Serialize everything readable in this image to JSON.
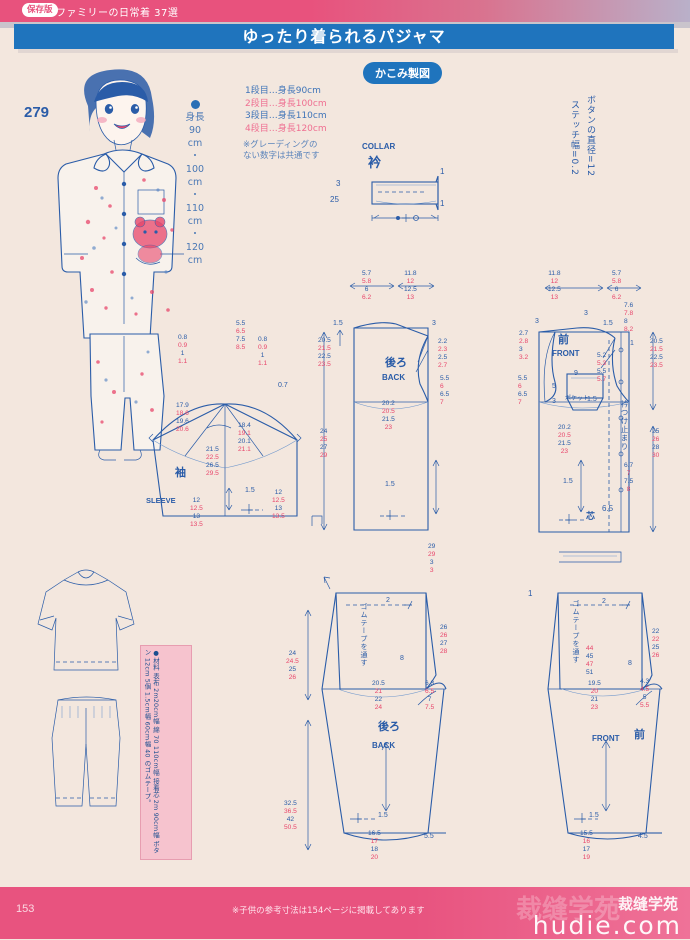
{
  "banner": {
    "keep_badge": "保存版",
    "series_text": "ファミリーの日常着 37選"
  },
  "title": "ゆったり着られるパジャマ",
  "badge_kakomi": "かこみ製図",
  "pattern_number": "279",
  "size_column": {
    "label": "身長",
    "sizes": [
      "90",
      "cm",
      "・",
      "100",
      "cm",
      "・",
      "110",
      "cm",
      "・",
      "120",
      "cm"
    ]
  },
  "grading_legend": [
    "1段目…身長90cm",
    "2段目…身長100cm",
    "3段目…身長110cm",
    "4段目…身長120cm"
  ],
  "grading_note": "※グレーディングの\nない数字は共通です",
  "collar": {
    "title_en": "COLLAR",
    "title_jp": "衿",
    "height": "3",
    "length": "25",
    "corner_top": "1",
    "corner_bottom": "1"
  },
  "side_vertical_notes": [
    "ボタンの直径=12",
    "ステッチ幅=0.2"
  ],
  "sleeve": {
    "label_jp": "袖",
    "label_en": "SLEEVE",
    "cap_top": [
      "5.5",
      "6.5",
      "7.5",
      "8.5"
    ],
    "left_top": [
      "0.8",
      "0.9",
      "1",
      "1.1"
    ],
    "right_top": [
      "0.8",
      "0.9",
      "1",
      "1.1"
    ],
    "right_small": "0.7",
    "left_diag": [
      "17.9",
      "18.6",
      "19.6",
      "20.6"
    ],
    "right_diag": [
      "18.4",
      "19.1",
      "20.1",
      "21.1"
    ],
    "height": [
      "21.5",
      "22.5",
      "26.5",
      "29.5"
    ],
    "hem_mark": "1.5",
    "bottom_left": [
      "12",
      "12.5",
      "13",
      "13.5"
    ],
    "bottom_right": [
      "12",
      "12.5",
      "13",
      "13.5"
    ]
  },
  "back_bodice": {
    "label_jp": "後ろ",
    "label_en": "BACK",
    "top_left_dim": [
      "5.7",
      "5.8",
      "6",
      "6.2"
    ],
    "top_right_dim": [
      "11.8",
      "12",
      "12.5",
      "13"
    ],
    "shoulder_drop": "1.5",
    "neck_depth": "3",
    "armhole_marks": [
      "2.2",
      "2.3",
      "2.5",
      "2.7"
    ],
    "armhole_lower": [
      "5.5",
      "6",
      "6.5",
      "7"
    ],
    "upper_height": [
      "20.5",
      "21.5",
      "22.5",
      "23.5"
    ],
    "lower_height": [
      "24",
      "25",
      "27",
      "29"
    ],
    "chest_width": [
      "20.2",
      "20.5",
      "21.5",
      "23"
    ],
    "hem_mark": "1.5"
  },
  "front_bodice": {
    "label_jp": "前",
    "label_en": "FRONT",
    "top_left_dim": [
      "11.8",
      "12",
      "12.5",
      "13"
    ],
    "top_right_dim": [
      "5.7",
      "5.8",
      "6",
      "6.2"
    ],
    "neck_left": "3",
    "neck_top": "3",
    "shoulder_mark": "1.5",
    "collar_stop_label": "衿つけ止まり",
    "front_edge": [
      "7.6",
      "7.8",
      "8",
      "8.2"
    ],
    "button_mark": "1",
    "placket_nums": [
      "2.7",
      "2.8",
      "3",
      "3.2"
    ],
    "armhole_lower": [
      "5.5",
      "6",
      "6.5",
      "7"
    ],
    "pocket_width": "9",
    "pocket_depth_left": [
      "5",
      "3"
    ],
    "pocket_note": "ポケット",
    "pocket_num": "1.5",
    "bodice_nums": [
      "5.2",
      "5.3",
      "5.5",
      "5.7"
    ],
    "chest_width": [
      "20.2",
      "20.5",
      "21.5",
      "23"
    ],
    "upper_height": [
      "20.5",
      "21.5",
      "22.5",
      "23.5"
    ],
    "lower_height": [
      "25",
      "26",
      "28",
      "30"
    ],
    "hem_side": [
      "6.7",
      "7",
      "7.5",
      "8"
    ],
    "hem_mark": "1.5",
    "hem_bottom": "6.5",
    "interfacing_label": "芯"
  },
  "pants_back": {
    "label_jp": "後ろ",
    "label_en": "BACK",
    "waist_top": [
      "29",
      "29",
      "3",
      "3"
    ],
    "elastic_note": "ゴムテープを通す",
    "elastic_mark": "2",
    "rise": [
      "26",
      "26",
      "27",
      "28"
    ],
    "crotch_curve": "8",
    "hip_width": [
      "20.5",
      "21",
      "22",
      "24"
    ],
    "crotch_ext": [
      "6.3",
      "6.5",
      "7",
      "7.5"
    ],
    "hem_mark": "1.5",
    "hem_width": [
      "16.5",
      "17",
      "18",
      "20"
    ],
    "hem_side": "5.5",
    "length_nums": [
      "24",
      "24.5",
      "25",
      "26"
    ],
    "inseam_nums": [
      "32.5",
      "36.5",
      "42",
      "50.5"
    ]
  },
  "pants_front": {
    "label_jp": "前",
    "label_en": "FRONT",
    "waist_corner": "1",
    "elastic_note": "ゴムテープを通す",
    "elastic_mark": "2",
    "rise": [
      "22",
      "22",
      "25",
      "26"
    ],
    "rise_red": [
      "44",
      "45",
      "47",
      "51"
    ],
    "crotch_curve": "8",
    "hip_width": [
      "19.5",
      "20",
      "21",
      "23"
    ],
    "crotch_ext": [
      "4.3",
      "4.5",
      "5",
      "5.5"
    ],
    "hem_mark": "1.5",
    "hem_width": [
      "15.5",
      "16",
      "17",
      "19"
    ],
    "hem_side": "4.5"
  },
  "materials": {
    "title": "●材料",
    "lines": [
      "表布 2m20cm幅",
      "綿 70 110cm幅",
      "接着芯 2m 90cm幅",
      "ボタン 12cm 5個",
      "1.5cm幅 60cm幅 40",
      "のゴムテープ。"
    ]
  },
  "footer": {
    "page": "153",
    "note": "※子供の参考寸法は154ページに掲載してあります",
    "watermark_cn": "裁缝学苑",
    "watermark_url": "hudie.com"
  },
  "colors": {
    "ink_blue": "#2a5ca8",
    "ink_red": "#e8466b",
    "banner_pink": "#e8527d",
    "title_blue": "#1f74bd",
    "paper": "#f3e7de",
    "material_pink": "#f6c3ce"
  }
}
